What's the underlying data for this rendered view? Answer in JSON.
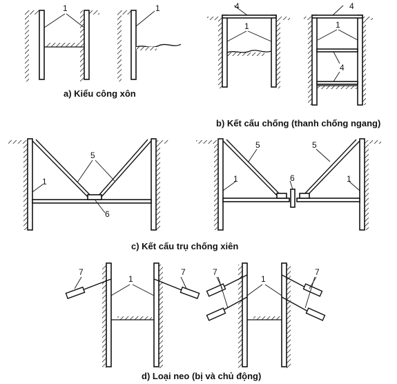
{
  "captions": {
    "a": "a) Kiểu công xôn",
    "b": "b) Kết cấu chống (thanh chống ngang)",
    "c": "c) Kết cấu trụ chống xiên",
    "d": "d) Loại neo (bị và chủ động)"
  },
  "labels": {
    "sheet_pile": "1",
    "waling": "4",
    "raking_strut": "5",
    "pile_column": "6",
    "anchor": "7"
  },
  "colors": {
    "ink": "#111111",
    "background": "#ffffff"
  }
}
